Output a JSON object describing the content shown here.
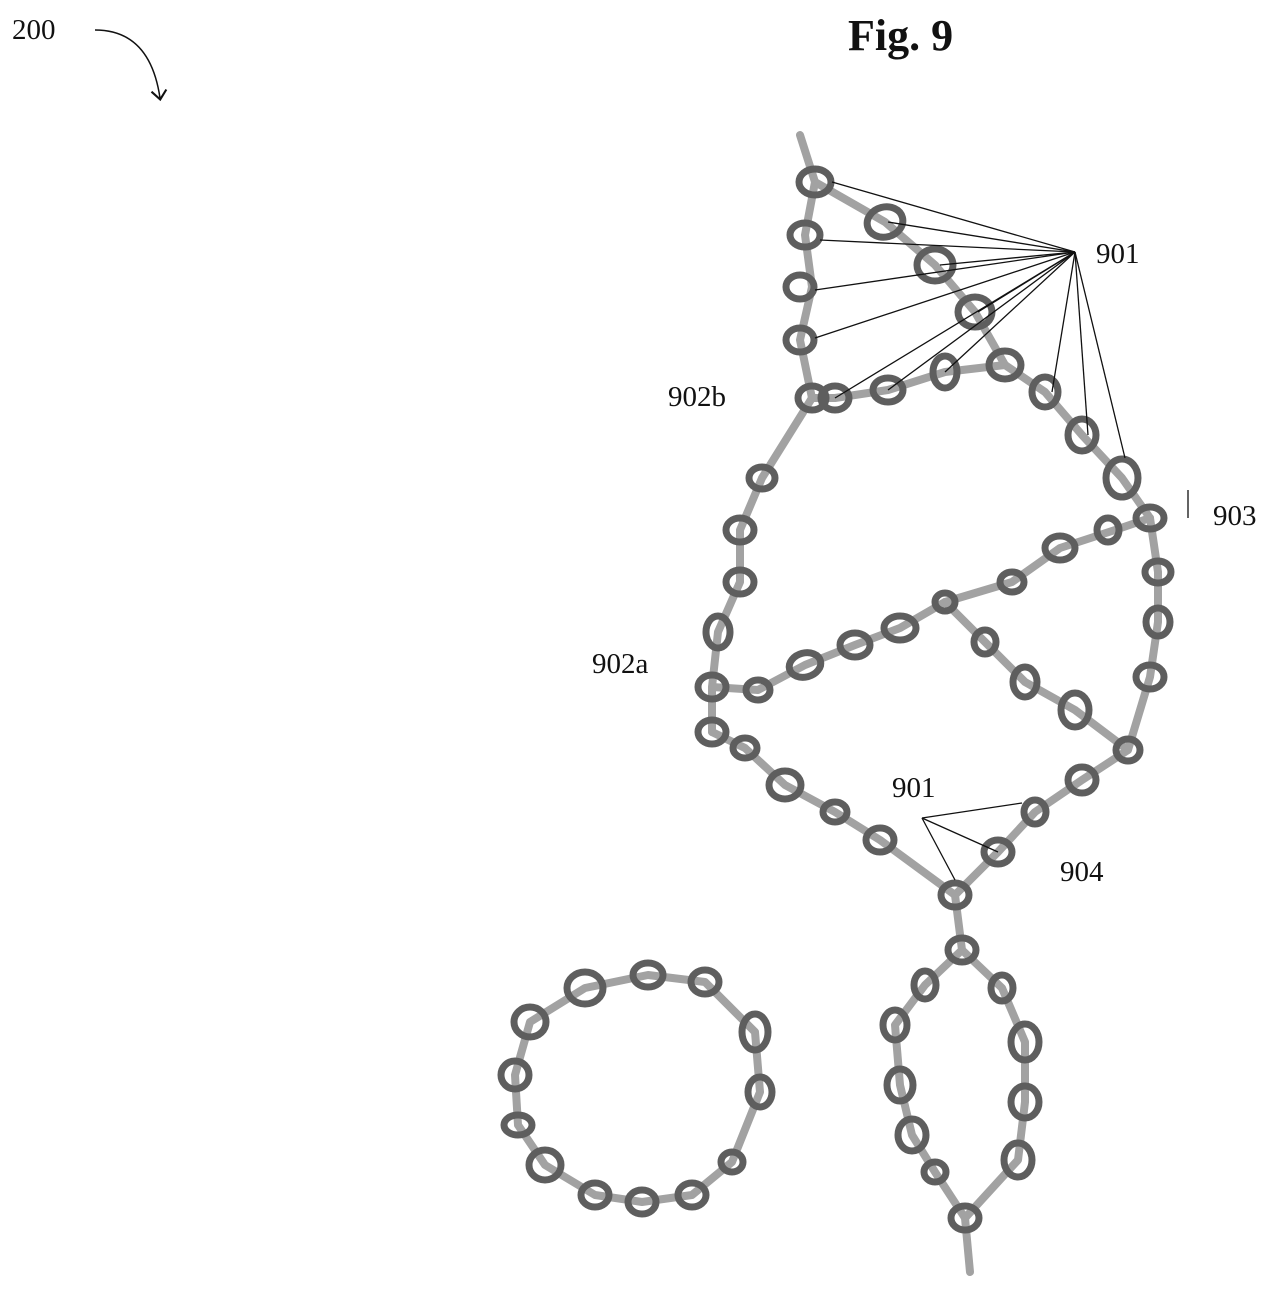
{
  "figure": {
    "title": "Fig. 9",
    "ref_label": "200",
    "labels": {
      "l901_top": "901",
      "l902b": "902b",
      "l903": "903",
      "l902a": "902a",
      "l901_bottom": "901",
      "l904": "904"
    }
  },
  "colors": {
    "strand": "#a2a2a2",
    "bead": "#5e5e5e",
    "text": "#111111",
    "leader": "#111111"
  }
}
